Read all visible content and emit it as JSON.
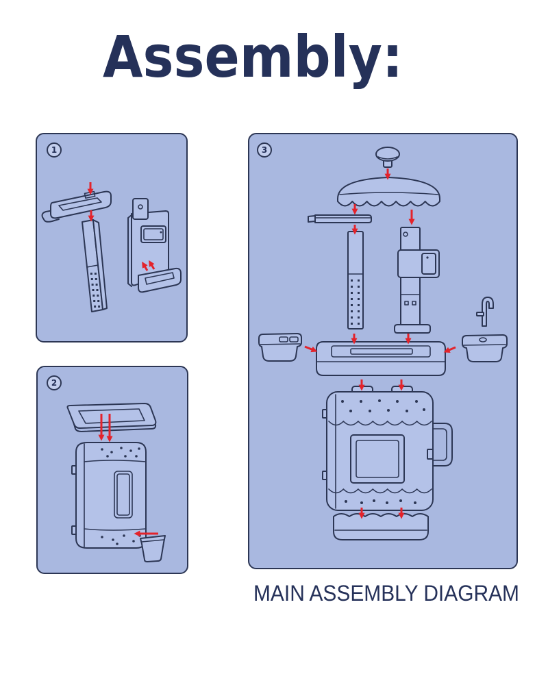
{
  "title": "Assembly:",
  "caption": "MAIN ASSEMBLY DIAGRAM",
  "steps": [
    {
      "number": "1"
    },
    {
      "number": "2"
    },
    {
      "number": "3"
    }
  ],
  "colors": {
    "ink": "#253159",
    "line": "#2c3654",
    "panel": "#a9b8e0",
    "part": "#b4c2e8",
    "arrow": "#e3232b"
  }
}
